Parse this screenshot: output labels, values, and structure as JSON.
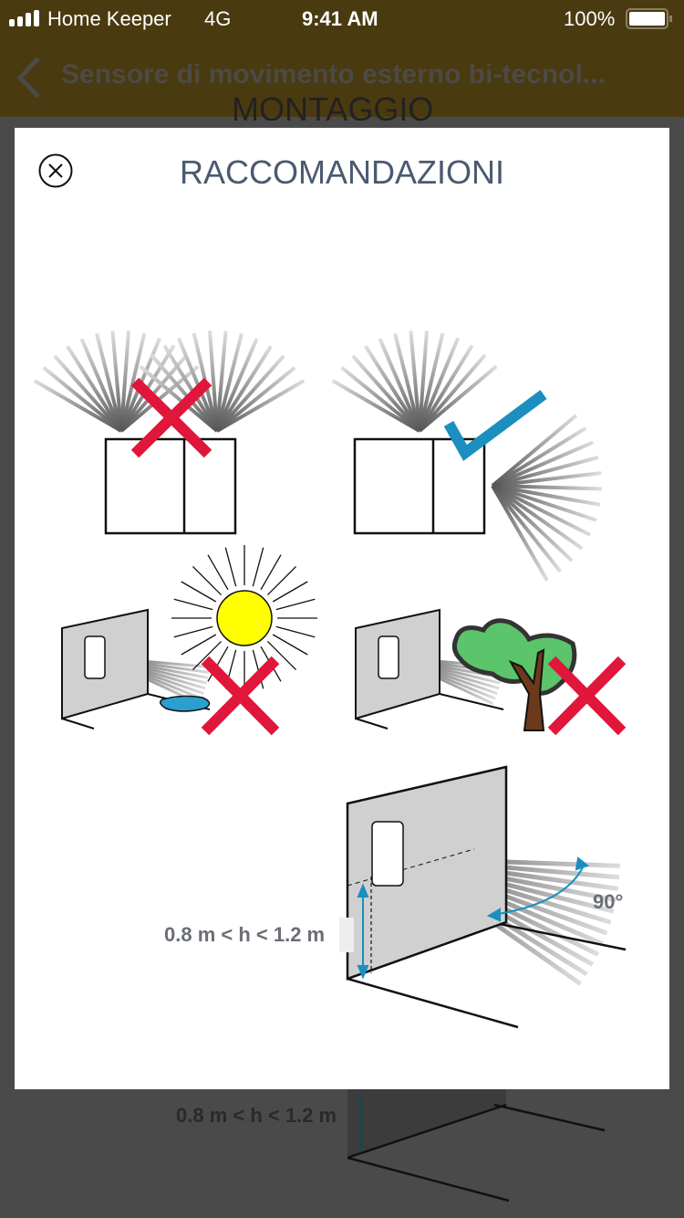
{
  "status_bar": {
    "carrier": "Home Keeper",
    "network": "4G",
    "time": "9:41 AM",
    "battery": "100%"
  },
  "nav": {
    "title": "Sensore di movimento esterno bi-tecnol..."
  },
  "background": {
    "partial_heading": "MONTAGGIO",
    "height_label": "0.8 m < h < 1.2 m"
  },
  "modal": {
    "title": "RACCOMANDAZIONI",
    "height_label": "0.8 m < h < 1.2 m",
    "angle_label": "90°"
  },
  "colors": {
    "nav_bg": "#4a3a10",
    "title": "#4a5a70",
    "cross": "#e0163a",
    "check": "#1a8fc0",
    "sun": "#ffff00",
    "tree": "#5cc46a",
    "puddle": "#2a9fd0"
  }
}
